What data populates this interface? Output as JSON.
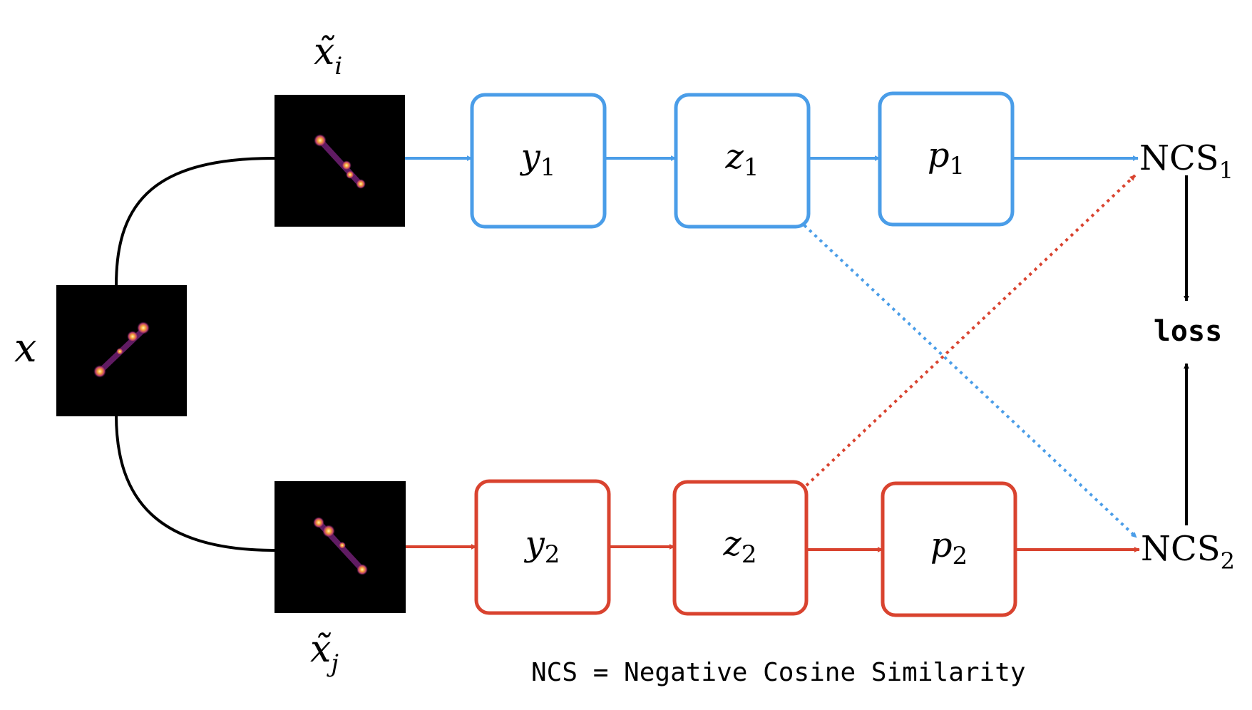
{
  "colors": {
    "branch_top": "#4a9de8",
    "branch_bottom": "#d9432f",
    "merge": "#000000"
  },
  "input": {
    "label": "x"
  },
  "views": {
    "top": {
      "label": "x̃",
      "subscript": "i"
    },
    "bottom": {
      "label": "x̃",
      "subscript": "j"
    }
  },
  "branch_top": {
    "nodes": [
      {
        "symbol": "y",
        "subscript": "1"
      },
      {
        "symbol": "z",
        "subscript": "1"
      },
      {
        "symbol": "p",
        "subscript": "1"
      }
    ],
    "output": {
      "label": "NCS",
      "subscript": "1"
    }
  },
  "branch_bottom": {
    "nodes": [
      {
        "symbol": "y",
        "subscript": "2"
      },
      {
        "symbol": "z",
        "subscript": "2"
      },
      {
        "symbol": "p",
        "subscript": "2"
      }
    ],
    "output": {
      "label": "NCS",
      "subscript": "2"
    }
  },
  "loss": {
    "label": "loss"
  },
  "legend": {
    "text": "NCS = Negative Cosine Similarity"
  }
}
